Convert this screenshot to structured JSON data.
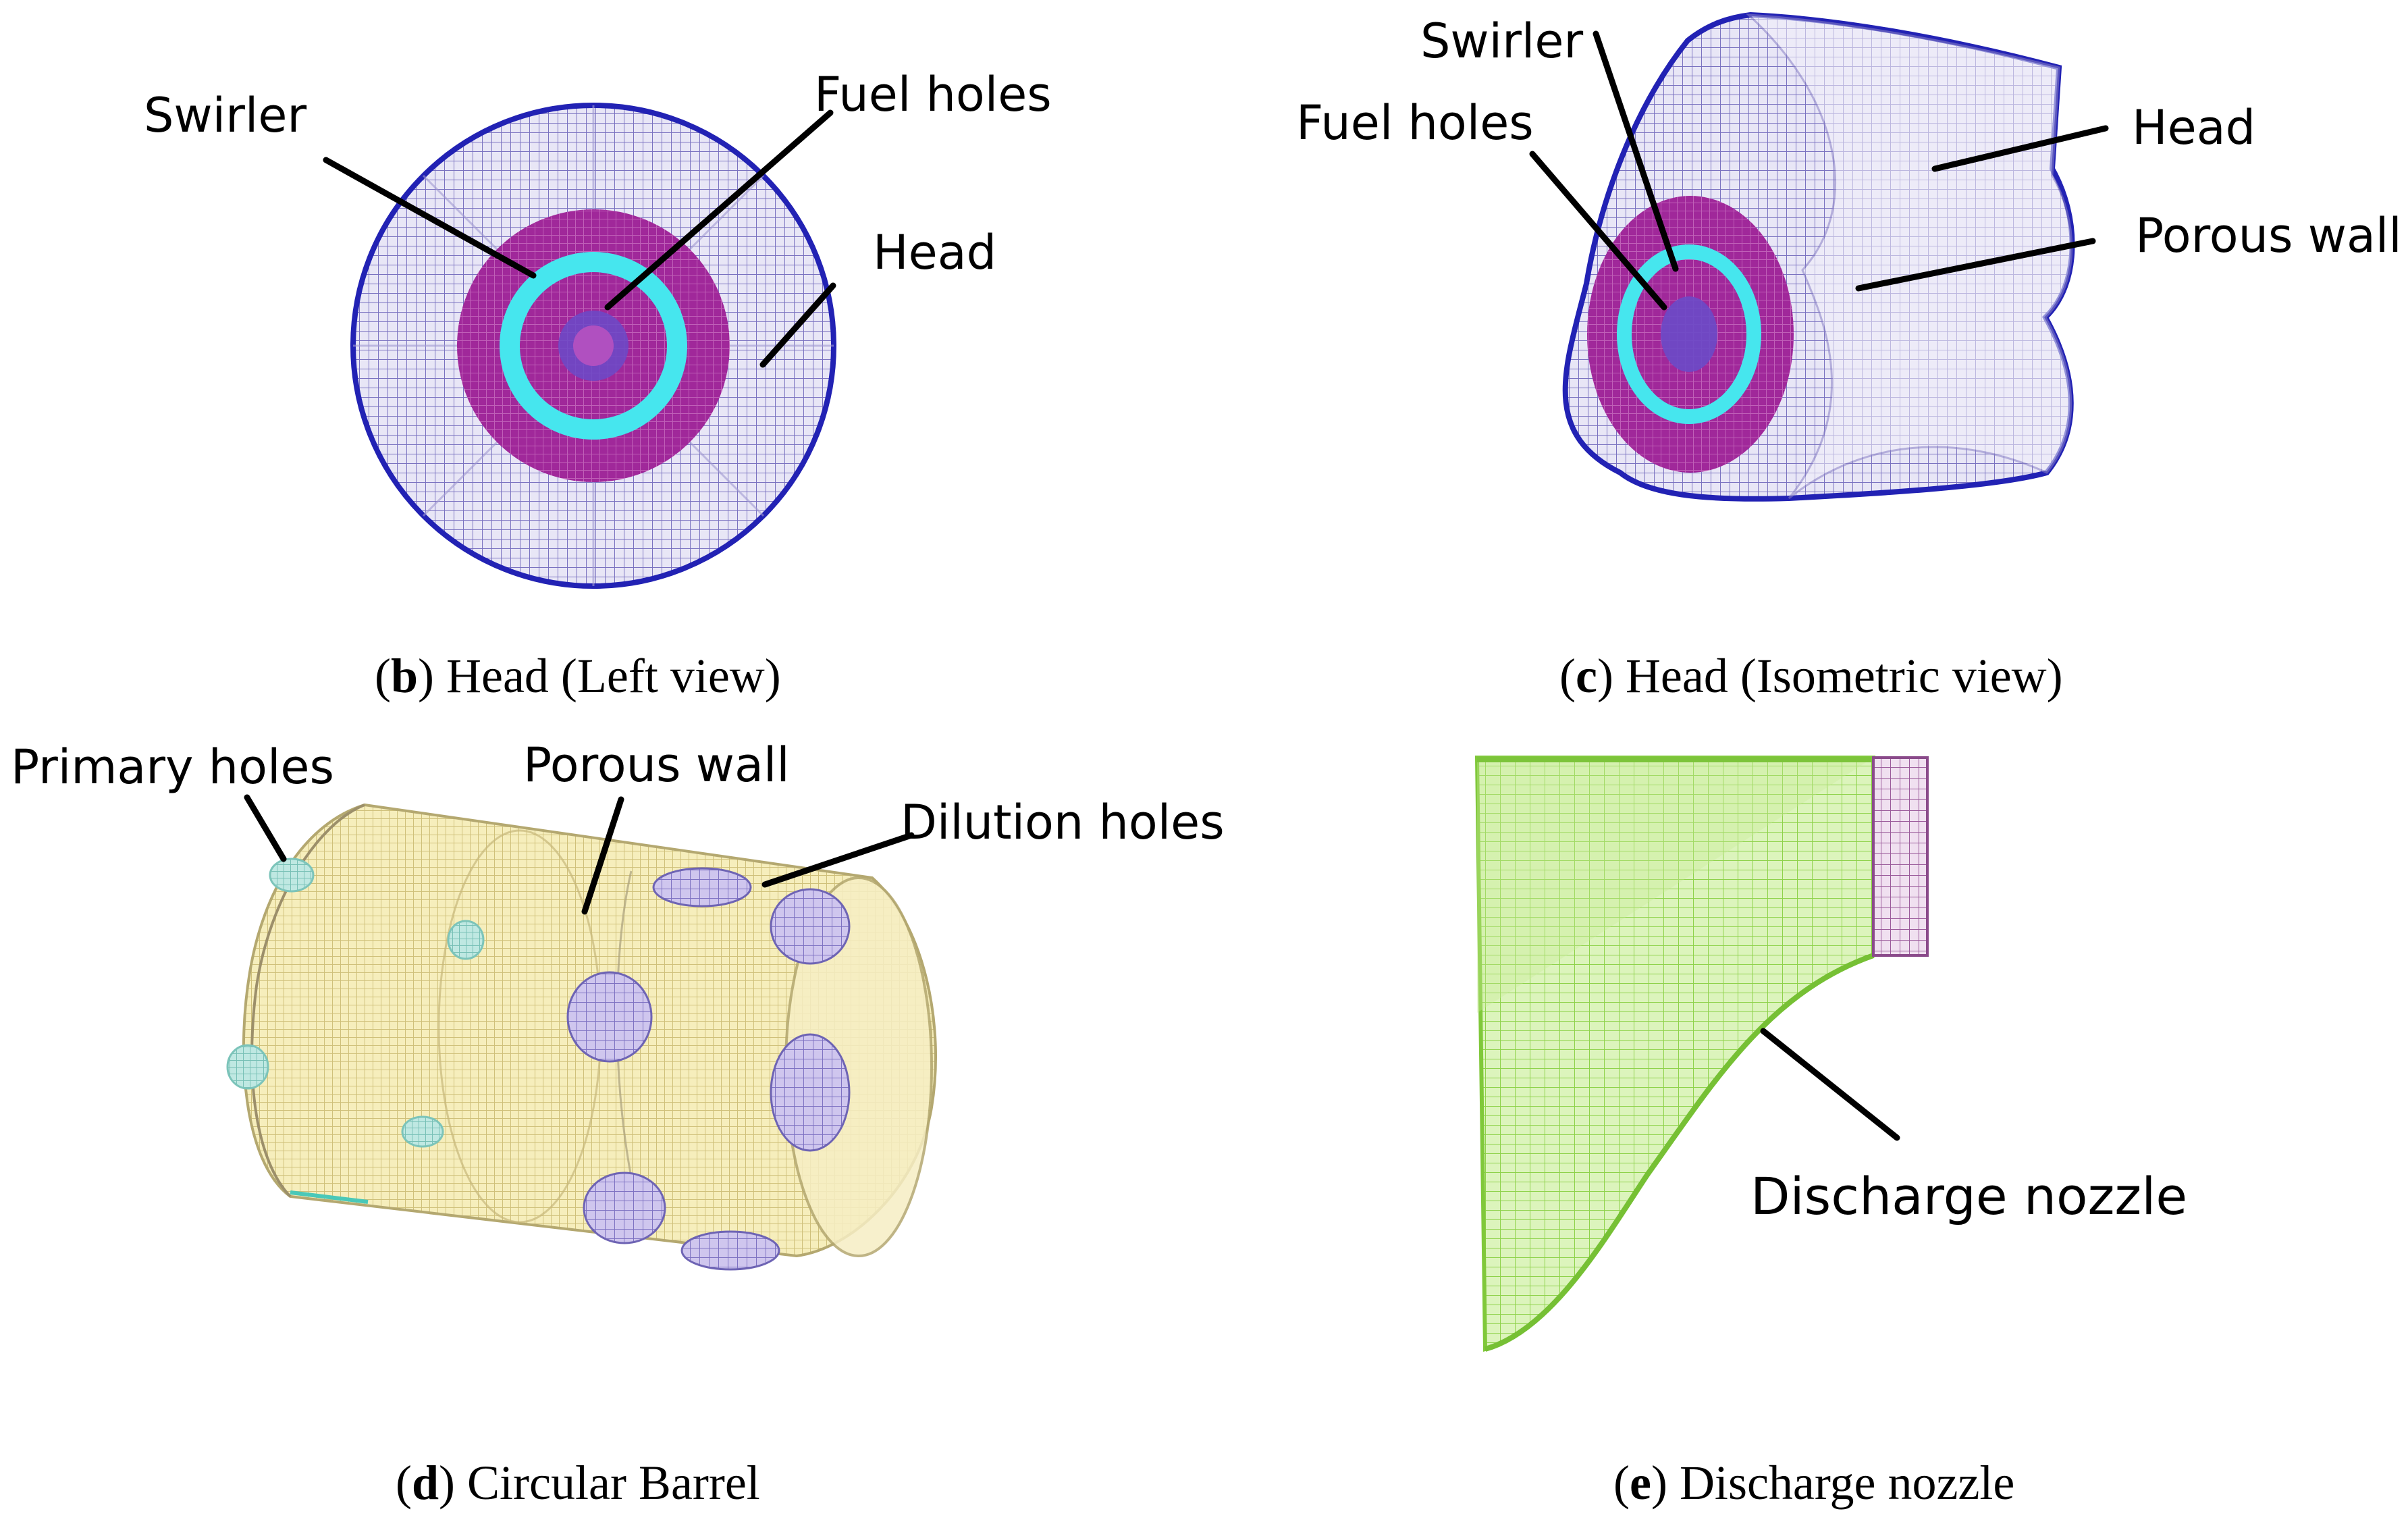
{
  "colors": {
    "head_mesh": "#4a44b8",
    "head_rim": "#2222b4",
    "mesh_line": "#8c84c8",
    "purple_ring": "#a0289a",
    "swirler": "#46e6ee",
    "barrel": "#ecdc9a",
    "barrel_line": "#b4a870",
    "holes_primary": "#a6dcd6",
    "holes_dilution": "#bcb2e6",
    "nozzle": "#a2e058",
    "nozzle_line": "#80c83a"
  },
  "panels": {
    "b": {
      "labels": {
        "swirler": "Swirler",
        "fuel_holes": "Fuel holes",
        "head": "Head"
      },
      "caption": {
        "letter": "b",
        "open": "(",
        "close": ")",
        "text": " Head (Left view)"
      }
    },
    "c": {
      "labels": {
        "swirler": "Swirler",
        "fuel_holes": "Fuel holes",
        "head": "Head",
        "porous_wall": "Porous wall"
      },
      "caption": {
        "letter": "c",
        "open": "(",
        "close": ")",
        "text": " Head (Isometric view)"
      }
    },
    "d": {
      "labels": {
        "primary_holes": "Primary holes",
        "porous_wall": "Porous wall",
        "dilution_holes": "Dilution holes"
      },
      "caption": {
        "letter": "d",
        "open": "(",
        "close": ")",
        "text": " Circular Barrel"
      }
    },
    "e": {
      "labels": {
        "discharge_nozzle": "Discharge nozzle"
      },
      "caption": {
        "letter": "e",
        "open": "(",
        "close": ")",
        "text": " Discharge nozzle"
      }
    }
  }
}
